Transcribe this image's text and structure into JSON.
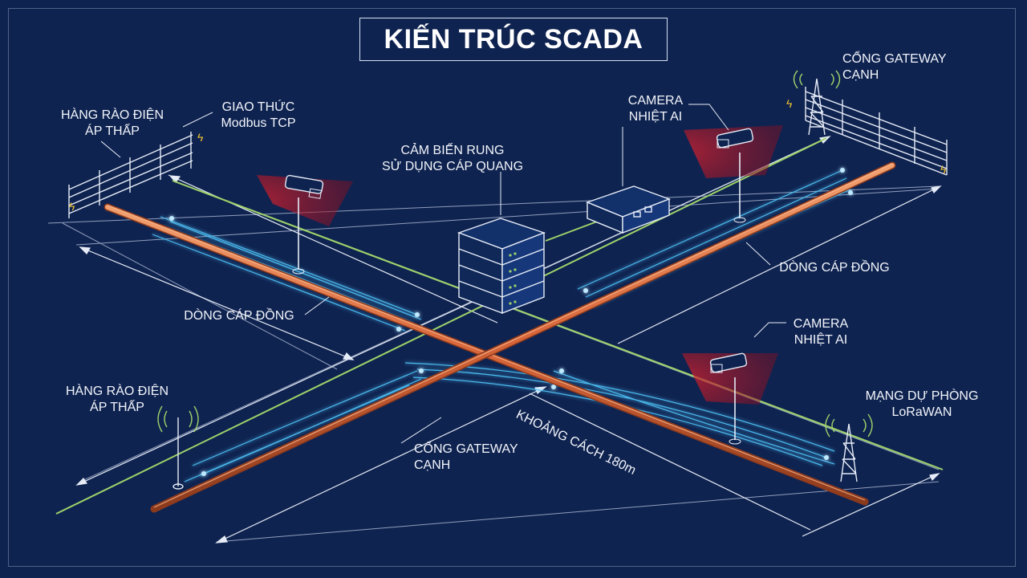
{
  "title": "KIẾN TRÚC SCADA",
  "labels": {
    "fence_top_left": "HÀNG RÀO ĐIỆN\nÁP THẤP",
    "protocol": "GIAO THỨC\nModbus TCP",
    "fiber_sensor": "CẢM BIẾN RUNG\nSỬ DỤNG CÁP QUANG",
    "camera_top": "CAMERA\nNHIỆT AI",
    "gateway_top": "CỔNG GATEWAY\nCẠNH",
    "copper_right": "DÒNG CÁP ĐỒNG",
    "copper_left": "DÒNG CÁP ĐỒNG",
    "camera_right": "CAMERA\nNHIỆT AI",
    "fence_bottom_left": "HÀNG RÀO ĐIỆN\nÁP THẤP",
    "lorawan": "MẠNG DỰ PHÒNG\nLoRaWAN",
    "gateway_bottom": "CỔNG GATEWAY\nCẠNH",
    "distance": "KHOẢNG CÁCH 180m"
  },
  "colors": {
    "background": "#0f2350",
    "copper_cable": "#d8663a",
    "fiber": "#4fc3f7",
    "network_green": "#9ed36a",
    "camera_fov": "#c0202e",
    "line_white": "#e6ecf7"
  }
}
